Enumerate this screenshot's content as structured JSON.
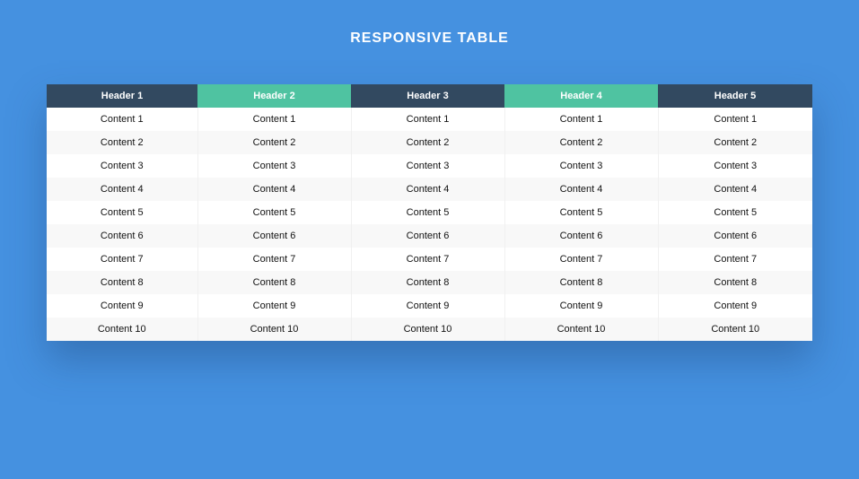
{
  "title": "RESPONSIVE TABLE",
  "colors": {
    "background": "#4591e0",
    "header_dark": "#324960",
    "header_green": "#4fc3a1",
    "row_odd": "#ffffff",
    "row_even": "#f8f8f8"
  },
  "table": {
    "headers": [
      "Header 1",
      "Header 2",
      "Header 3",
      "Header 4",
      "Header 5"
    ],
    "rows": [
      [
        "Content 1",
        "Content 1",
        "Content 1",
        "Content 1",
        "Content 1"
      ],
      [
        "Content 2",
        "Content 2",
        "Content 2",
        "Content 2",
        "Content 2"
      ],
      [
        "Content 3",
        "Content 3",
        "Content 3",
        "Content 3",
        "Content 3"
      ],
      [
        "Content 4",
        "Content 4",
        "Content 4",
        "Content 4",
        "Content 4"
      ],
      [
        "Content 5",
        "Content 5",
        "Content 5",
        "Content 5",
        "Content 5"
      ],
      [
        "Content 6",
        "Content 6",
        "Content 6",
        "Content 6",
        "Content 6"
      ],
      [
        "Content 7",
        "Content 7",
        "Content 7",
        "Content 7",
        "Content 7"
      ],
      [
        "Content 8",
        "Content 8",
        "Content 8",
        "Content 8",
        "Content 8"
      ],
      [
        "Content 9",
        "Content 9",
        "Content 9",
        "Content 9",
        "Content 9"
      ],
      [
        "Content 10",
        "Content 10",
        "Content 10",
        "Content 10",
        "Content 10"
      ]
    ]
  }
}
